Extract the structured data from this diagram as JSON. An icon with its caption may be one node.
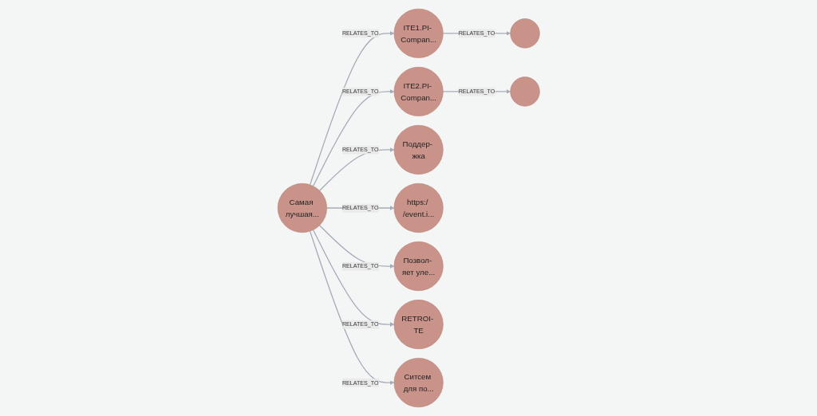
{
  "diagram": {
    "nodes": [
      {
        "text": [
          "ITE1.PI- Compan..."
        ]
      },
      {
        "text": [
          "ITE2.PI- Compan..."
        ]
      },
      {
        "text": [],
        "shape": "circle"
      },
      {
        "text": [],
        "shape": "circle"
      },
      {
        "text": [
          "Самая лучшая..."
        ]
      },
      {
        "text": [
          "Поддер- жка"
        ]
      },
      {
        "text": [
          "https:/ /event.i..."
        ]
      },
      {
        "text": [
          "Позвол- яет уле..."
        ]
      },
      {
        "text": [
          "RETROI- TE"
        ]
      },
      {
        "text": [
          "Ситсем для по..."
        ]
      }
    ],
    "edges": [
      {
        "from": 4,
        "to": 0,
        "label": "RELATES_TO",
        "arrow": "to"
      },
      {
        "from": 4,
        "to": 1,
        "label": "RELATES_TO",
        "arrow": "to"
      },
      {
        "from": 0,
        "to": 2,
        "label": "RELATES_TO",
        "arrow": "to"
      },
      {
        "from": 1,
        "to": 3,
        "label": "RELATES_TO",
        "arrow": "to"
      },
      {
        "from": 4,
        "to": 5,
        "label": "RELATES_TO",
        "arrow": "to"
      },
      {
        "from": 4,
        "to": 6,
        "label": "RELATES_TO",
        "arrow": "to"
      },
      {
        "from": 4,
        "to": 8,
        "label": "RELATES_TO",
        "arrow": "to"
      },
      {
        "from": 4,
        "to": 9,
        "label": "RELATES_TO",
        "arrow": "to"
      },
      {
        "from": 4,
        "to": 7,
        "label": "RELATES_TO",
        "arrow": "to"
      }
    ]
  }
}
